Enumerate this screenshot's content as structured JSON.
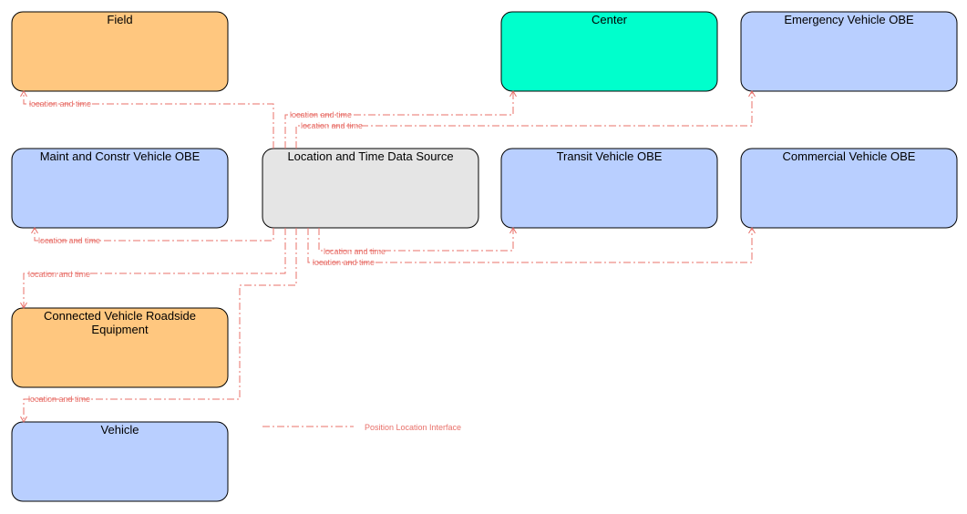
{
  "colors": {
    "flow": "#e8706a",
    "field": "#ffc77f",
    "center": "#00ffcc",
    "vehicle": "#b9cfff",
    "source": "#e5e5e5"
  },
  "nodes": {
    "field": "Field",
    "center": "Center",
    "emergency": "Emergency Vehicle OBE",
    "maint": "Maint and Constr Vehicle OBE",
    "source": "Location and Time Data Source",
    "transit": "Transit Vehicle OBE",
    "commercial": "Commercial Vehicle OBE",
    "cvre_line1": "Connected Vehicle Roadside",
    "cvre_line2": "Equipment",
    "vehicle": "Vehicle"
  },
  "flows": {
    "to_field": "location and time",
    "to_center": "location and time",
    "to_emergency": "location and time",
    "to_maint": "location and time",
    "to_transit": "location and time",
    "to_commercial": "location and time",
    "to_cvre": "location and time",
    "to_vehicle": "location and time"
  },
  "legend": {
    "label": "Position Location Interface"
  }
}
